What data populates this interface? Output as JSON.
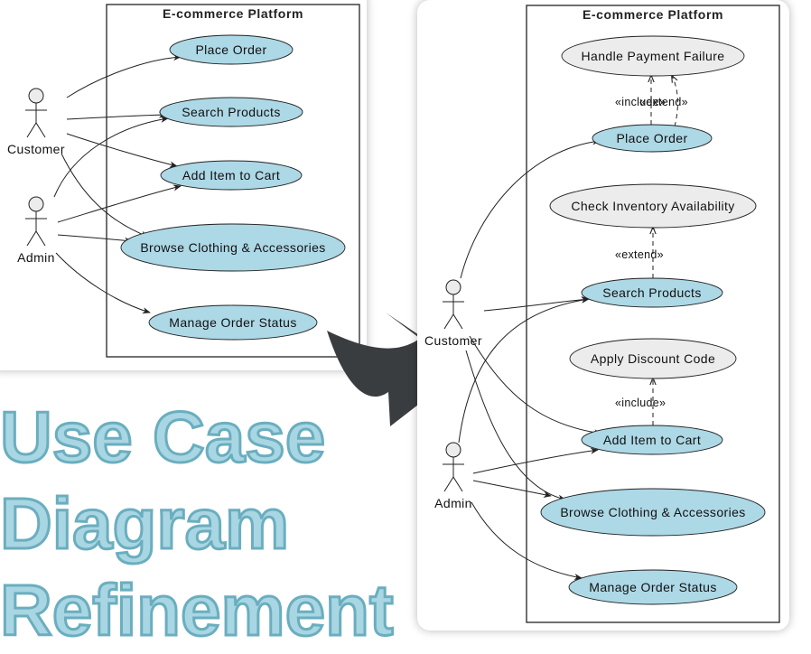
{
  "title": {
    "line1": "Use Case",
    "line2": "Diagram",
    "line3": "Refinement"
  },
  "colors": {
    "use_case_fill": "#add8e6",
    "relation_use_case_fill": "#ececec",
    "title_fill": "#a9d6e3",
    "title_stroke": "#6aaebf",
    "arrow_fill": "#3a3d40"
  },
  "before": {
    "system_title": "E-commerce Platform",
    "actors": {
      "customer": "Customer",
      "admin": "Admin"
    },
    "use_cases": {
      "place_order": "Place Order",
      "search_products": "Search Products",
      "add_item_to_cart": "Add Item to Cart",
      "browse": "Browse Clothing & Accessories",
      "manage_order_status": "Manage Order Status"
    }
  },
  "after": {
    "system_title": "E-commerce Platform",
    "actors": {
      "customer": "Customer",
      "admin": "Admin"
    },
    "use_cases": {
      "handle_payment_failure": "Handle Payment Failure",
      "place_order": "Place Order",
      "check_inventory": "Check Inventory Availability",
      "search_products": "Search Products",
      "apply_discount_code": "Apply Discount Code",
      "add_item_to_cart": "Add Item to Cart",
      "browse": "Browse Clothing & Accessories",
      "manage_order_status": "Manage Order Status"
    },
    "relations": {
      "place_order_include": "«include»",
      "place_order_extend": "«extend»",
      "search_extend": "«extend»",
      "cart_include": "«include»"
    }
  }
}
